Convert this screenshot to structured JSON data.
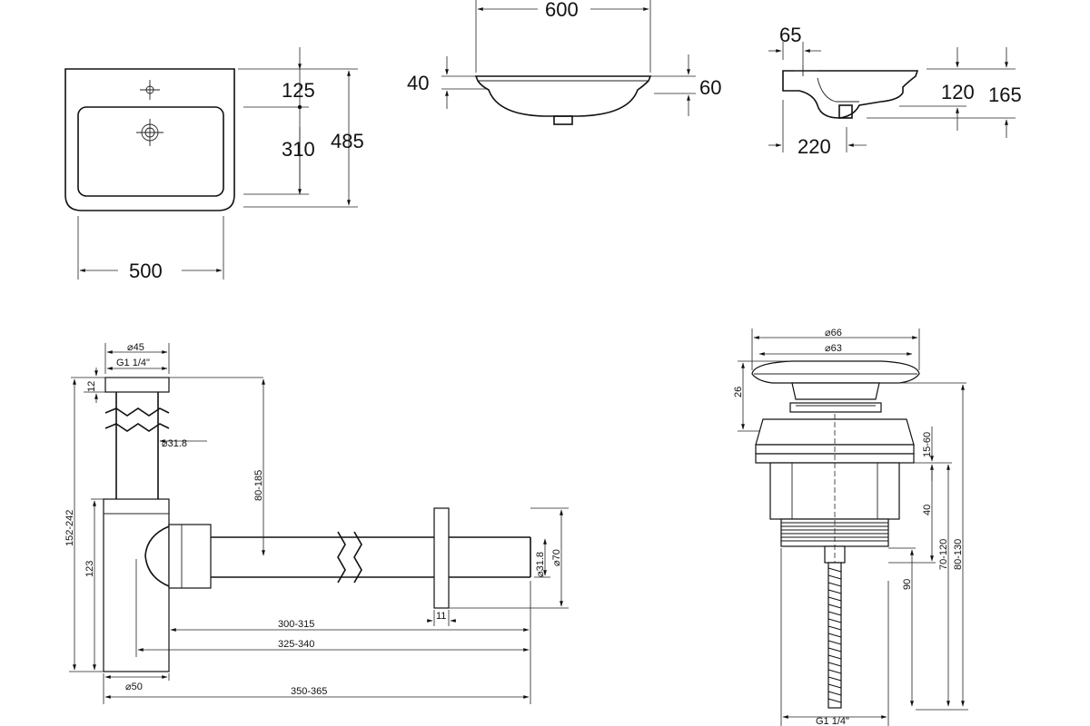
{
  "basin_plan": {
    "width": "500",
    "tap_offset": "125",
    "bowl_depth": "310",
    "total_depth": "485"
  },
  "basin_front": {
    "width": "600",
    "rim_height": "40",
    "total_height": "60"
  },
  "basin_side": {
    "overflow_offset": "65",
    "waste_offset": "220",
    "waste_height": "120",
    "total_height": "165"
  },
  "siphon": {
    "diameter_top": "⌀45",
    "thread_top": "G1 1/4\"",
    "nut_height": "12",
    "pipe_diameter": "⌀31.8",
    "height_range": "152-242",
    "adjust_range": "80-185",
    "body_height": "123",
    "body_diameter": "⌀50",
    "outlet_pipe_diameter": "⌀31.8",
    "rosette_diameter": "⌀70",
    "rosette_thickness": "11",
    "length_short": "300-315",
    "length_mid": "325-340",
    "length_long": "350-365"
  },
  "drain_valve": {
    "cap_diameter": "⌀66",
    "cap_inner_diameter": "⌀63",
    "cap_height": "26",
    "clamp_range": "15-60",
    "body_height": "40",
    "range_a": "70-120",
    "range_b": "80-130",
    "stem_height": "90",
    "thread": "G1 1/4\""
  },
  "arrow_icon": "arrow-icon"
}
